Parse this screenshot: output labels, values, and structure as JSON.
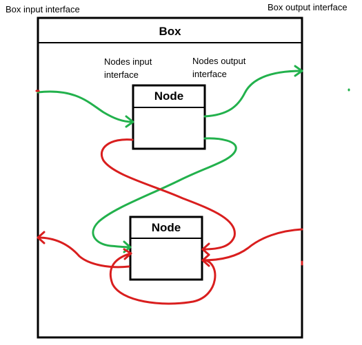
{
  "labels": {
    "box_input_interface": "Box input interface",
    "box_output_interface": "Box output interface",
    "nodes_input_interface": "Nodes input\ninterface",
    "nodes_output_interface": "Nodes output\ninterface"
  },
  "box": {
    "title": "Box"
  },
  "nodes": [
    {
      "title": "Node"
    },
    {
      "title": "Node"
    }
  ],
  "colors": {
    "outline": "#000000",
    "green_wire": "#22b14c",
    "red_wire": "#d91e1e"
  }
}
